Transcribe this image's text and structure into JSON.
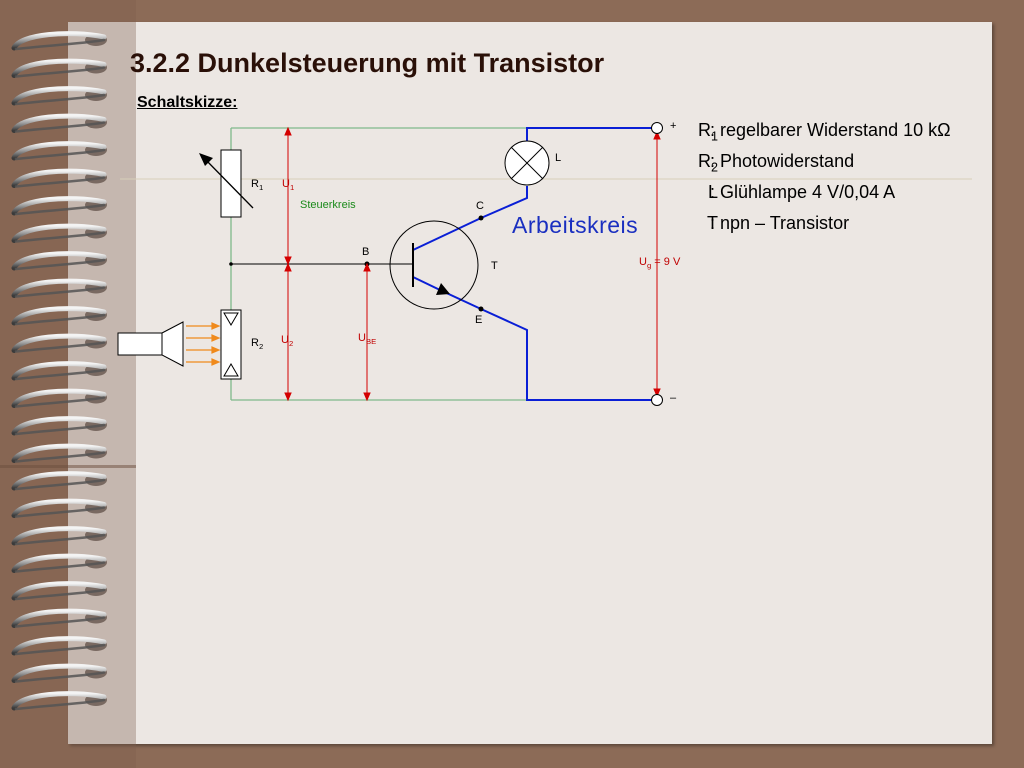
{
  "slide": {
    "title": "3.2.2 Dunkelsteuerung mit Transistor",
    "subtitle": "Schaltskizze:"
  },
  "circuit": {
    "r1": "R",
    "r1_sub": "1",
    "r2": "R",
    "r2_sub": "2",
    "u1": "U",
    "u1_sub": "1",
    "u2": "U",
    "u2_sub": "2",
    "ube": "U",
    "ube_sub": "BE",
    "ug": "U",
    "ug_sub": "g",
    "ug_value": "= 9 V",
    "steuerkreis": "Steuerkreis",
    "arbeitskreis": "Arbeitskreis",
    "base": "B",
    "collector": "C",
    "emitter": "E",
    "transistor": "T",
    "lamp": "L",
    "plus": "+",
    "minus": "–"
  },
  "legend": [
    {
      "key": "R",
      "sub": "1",
      "value": "regelbarer Widerstand 10 kΩ"
    },
    {
      "key": "R",
      "sub": "2",
      "value": "Photowiderstand"
    },
    {
      "key": "L",
      "sub": "",
      "value": "Glühlampe 4 V/0,04 A"
    },
    {
      "key": "T",
      "sub": "",
      "value": "npn – Transistor"
    }
  ],
  "colors": {
    "background": "#8c6b57",
    "paper": "#ece7e3",
    "control_wire": "#7fb98a",
    "work_wire": "#0a1fd6",
    "voltage_arrow": "#d40000",
    "light_rays": "#f08a1c",
    "steuerkreis_text": "#1a8a1a",
    "arbeitskreis_text": "#1a2fc0"
  },
  "icons": [
    "spiral-binding-icon",
    "variable-resistor-icon",
    "photoresistor-icon",
    "lamp-icon",
    "npn-transistor-icon",
    "flashlight-icon"
  ]
}
